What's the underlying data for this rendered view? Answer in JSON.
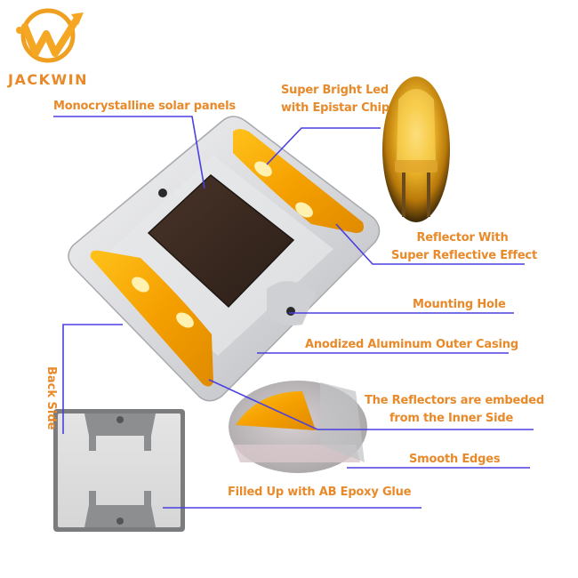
{
  "brand": {
    "name": "JACKWIN",
    "logo_icon": "w-arrow-circle-logo",
    "color": "#e8892a"
  },
  "colors": {
    "label_text": "#e8892a",
    "leader_line": "#4a3fe0",
    "led_amber": "#f5a800",
    "aluminum": "#dcdde0",
    "solar_panel": "#3a2a22"
  },
  "product": {
    "name": "Solar road stud",
    "views": [
      "top-front view",
      "back side view",
      "led close-up",
      "edge close-up"
    ]
  },
  "callouts": [
    {
      "id": "solar-panel",
      "text": "Monocrystalline solar panels"
    },
    {
      "id": "led",
      "line1": "Super Bright Led",
      "line2": "with Epistar Chip"
    },
    {
      "id": "reflector",
      "line1": "Reflector With",
      "line2": "Super Reflective Effect"
    },
    {
      "id": "mounting-hole",
      "text": "Mounting Hole"
    },
    {
      "id": "casing",
      "text": "Anodized Aluminum Outer Casing"
    },
    {
      "id": "embedded",
      "line1": "The Reflectors are embeded",
      "line2": "from the Inner Side"
    },
    {
      "id": "edges",
      "text": "Smooth Edges"
    },
    {
      "id": "epoxy",
      "text": "Filled Up with AB Epoxy Glue"
    },
    {
      "id": "back-side",
      "text": "Back Side"
    }
  ]
}
